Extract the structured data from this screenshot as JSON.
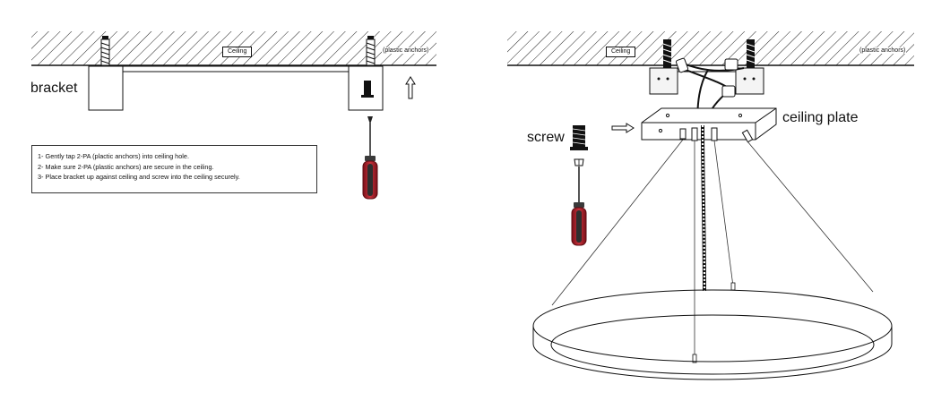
{
  "left_panel": {
    "ceiling_label": "Ceiling",
    "anchor_label": "(plastic anchors)",
    "bracket_label": "bracket",
    "instructions": [
      "1- Gently tap 2-PA (plactic anchors) into ceiling hole.",
      "2- Make sure 2-PA (plastic anchors) are secure in the ceiling.",
      "3- Place bracket up against ceiling and screw into the ceiling securely."
    ]
  },
  "right_panel": {
    "ceiling_label": "Ceiling",
    "anchor_label": "(plastic anchors)",
    "screw_label": "screw",
    "ceiling_plate_label": "ceiling plate"
  },
  "colors": {
    "line": "#111111",
    "screwdriver_handle": "#b0202a",
    "screwdriver_grip": "#3a3a3a"
  }
}
